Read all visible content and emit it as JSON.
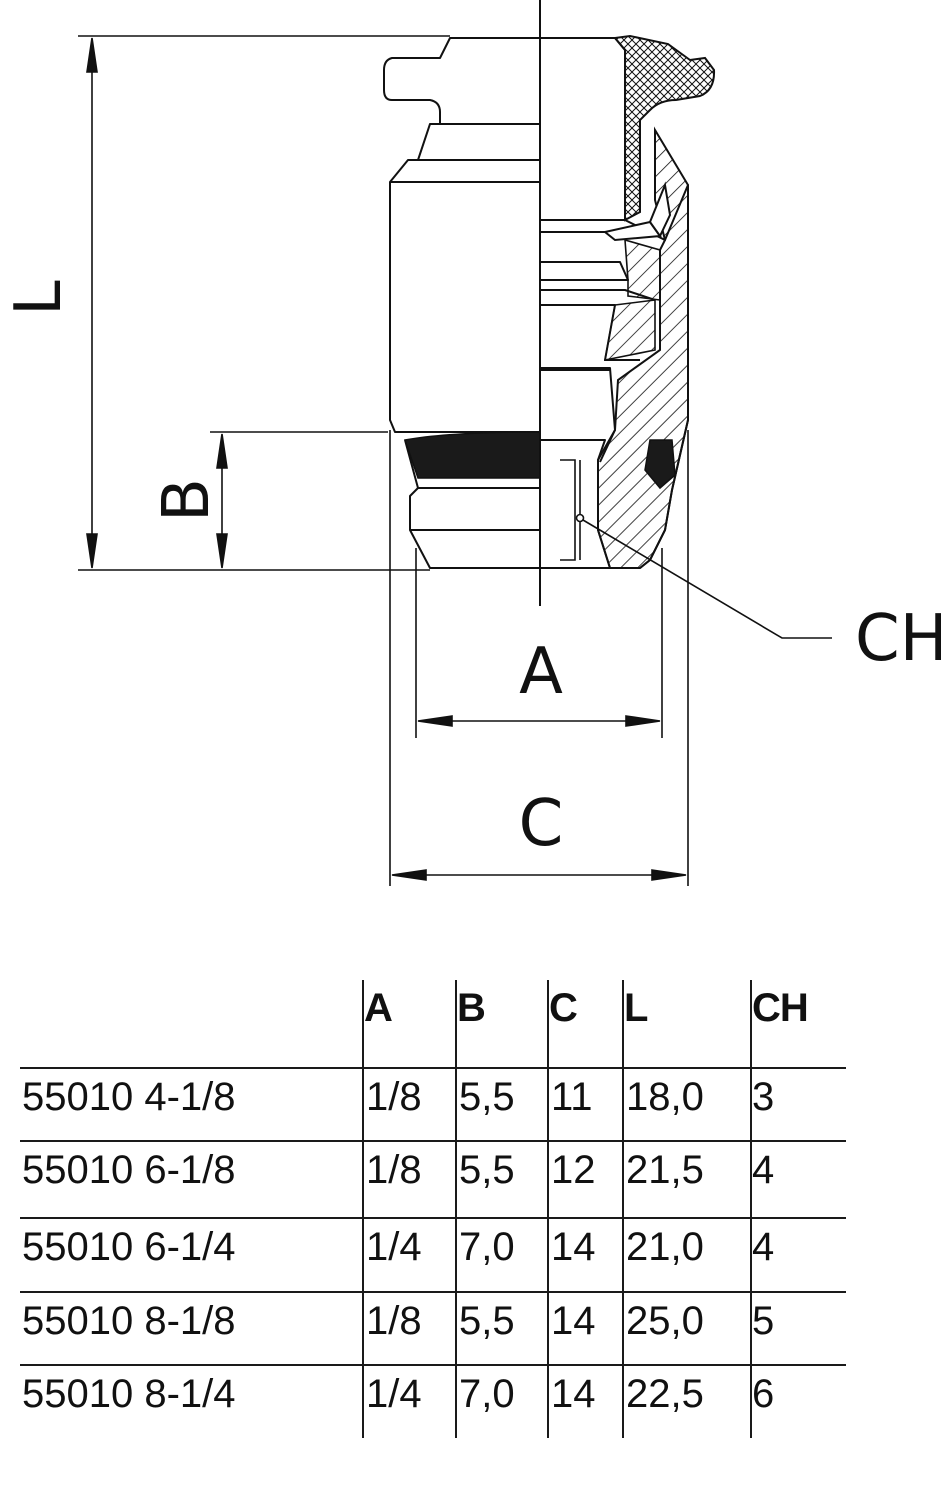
{
  "diagram": {
    "dimension_labels": {
      "L": "L",
      "B": "B",
      "A": "A",
      "C": "C",
      "CH": "CH"
    },
    "colors": {
      "line": "#111111",
      "seal": "#1a1a1a",
      "background": "#ffffff"
    }
  },
  "table": {
    "headers": [
      "A",
      "B",
      "C",
      "L",
      "CH"
    ],
    "rows": [
      {
        "code": "55010 4-1/8",
        "values": [
          "1/8",
          "5,5",
          "11",
          "18,0",
          "3"
        ]
      },
      {
        "code": "55010 6-1/8",
        "values": [
          "1/8",
          "5,5",
          "12",
          "21,5",
          "4"
        ]
      },
      {
        "code": "55010 6-1/4",
        "values": [
          "1/4",
          "7,0",
          "14",
          "21,0",
          "4"
        ]
      },
      {
        "code": "55010 8-1/8",
        "values": [
          "1/8",
          "5,5",
          "14",
          "25,0",
          "5"
        ]
      },
      {
        "code": "55010 8-1/4",
        "values": [
          "1/4",
          "7,0",
          "14",
          "22,5",
          "6"
        ]
      }
    ]
  }
}
